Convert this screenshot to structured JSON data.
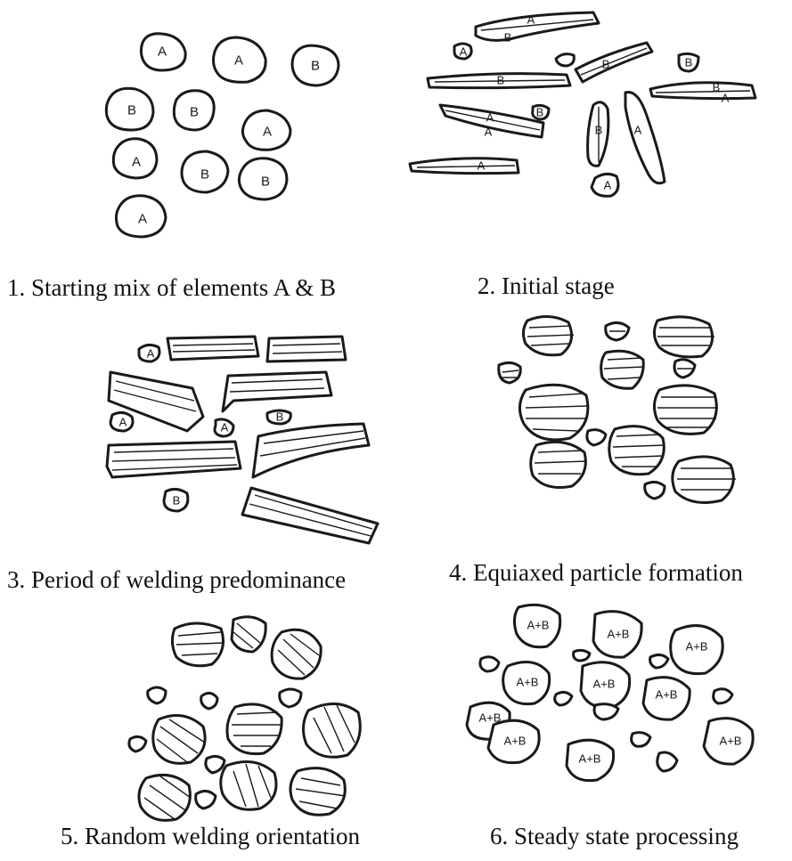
{
  "captions": {
    "c1": "1. Starting mix of elements A & B",
    "c2": "2. Initial stage",
    "c3": "3. Period of welding predominance",
    "c4": "4. Equiaxed particle formation",
    "c5": "5. Random welding orientation",
    "c6": "6. Steady state processing"
  },
  "labels": {
    "a": "A",
    "b": "B",
    "ab": "A+B"
  }
}
